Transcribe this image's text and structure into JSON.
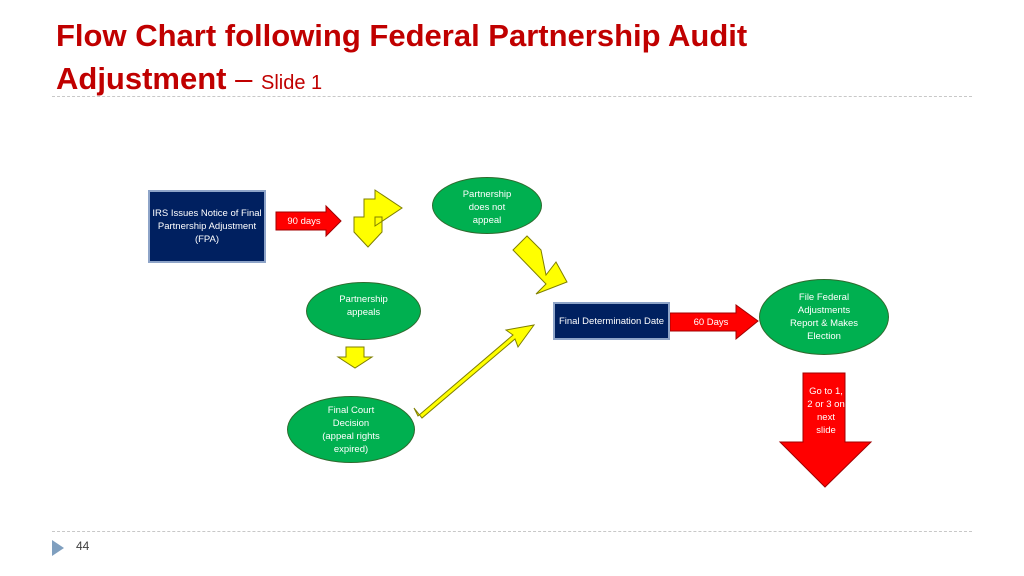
{
  "title": {
    "line1": "Flow Chart following Federal Partnership Audit",
    "line2_bold": "Adjustment",
    "dash": "–",
    "subtitle": "Slide 1"
  },
  "nodes": {
    "irs_notice": "IRS Issues Notice of Final Partnership Adjustment (FPA)",
    "no_appeal": "Partnership does not appeal",
    "appeals": "Partnership appeals",
    "court_decision": "Final Court Decision (appeal rights expired)",
    "final_determination": "Final Determination Date",
    "file_adjustments": "File Federal Adjustments Report & Makes Election"
  },
  "arrow_labels": {
    "ninety_days": "90 days",
    "sixty_days": "60 Days",
    "go_to": "Go to 1, 2 or 3 on next slide"
  },
  "footer": {
    "page_number": "44"
  },
  "colors": {
    "title": "#c00000",
    "navy_box": "#002060",
    "green_oval": "#00b050",
    "yellow_arrow": "#ffff00",
    "red_arrow": "#ff0000"
  },
  "icons": {
    "footer_marker": "triangle-right-icon"
  }
}
